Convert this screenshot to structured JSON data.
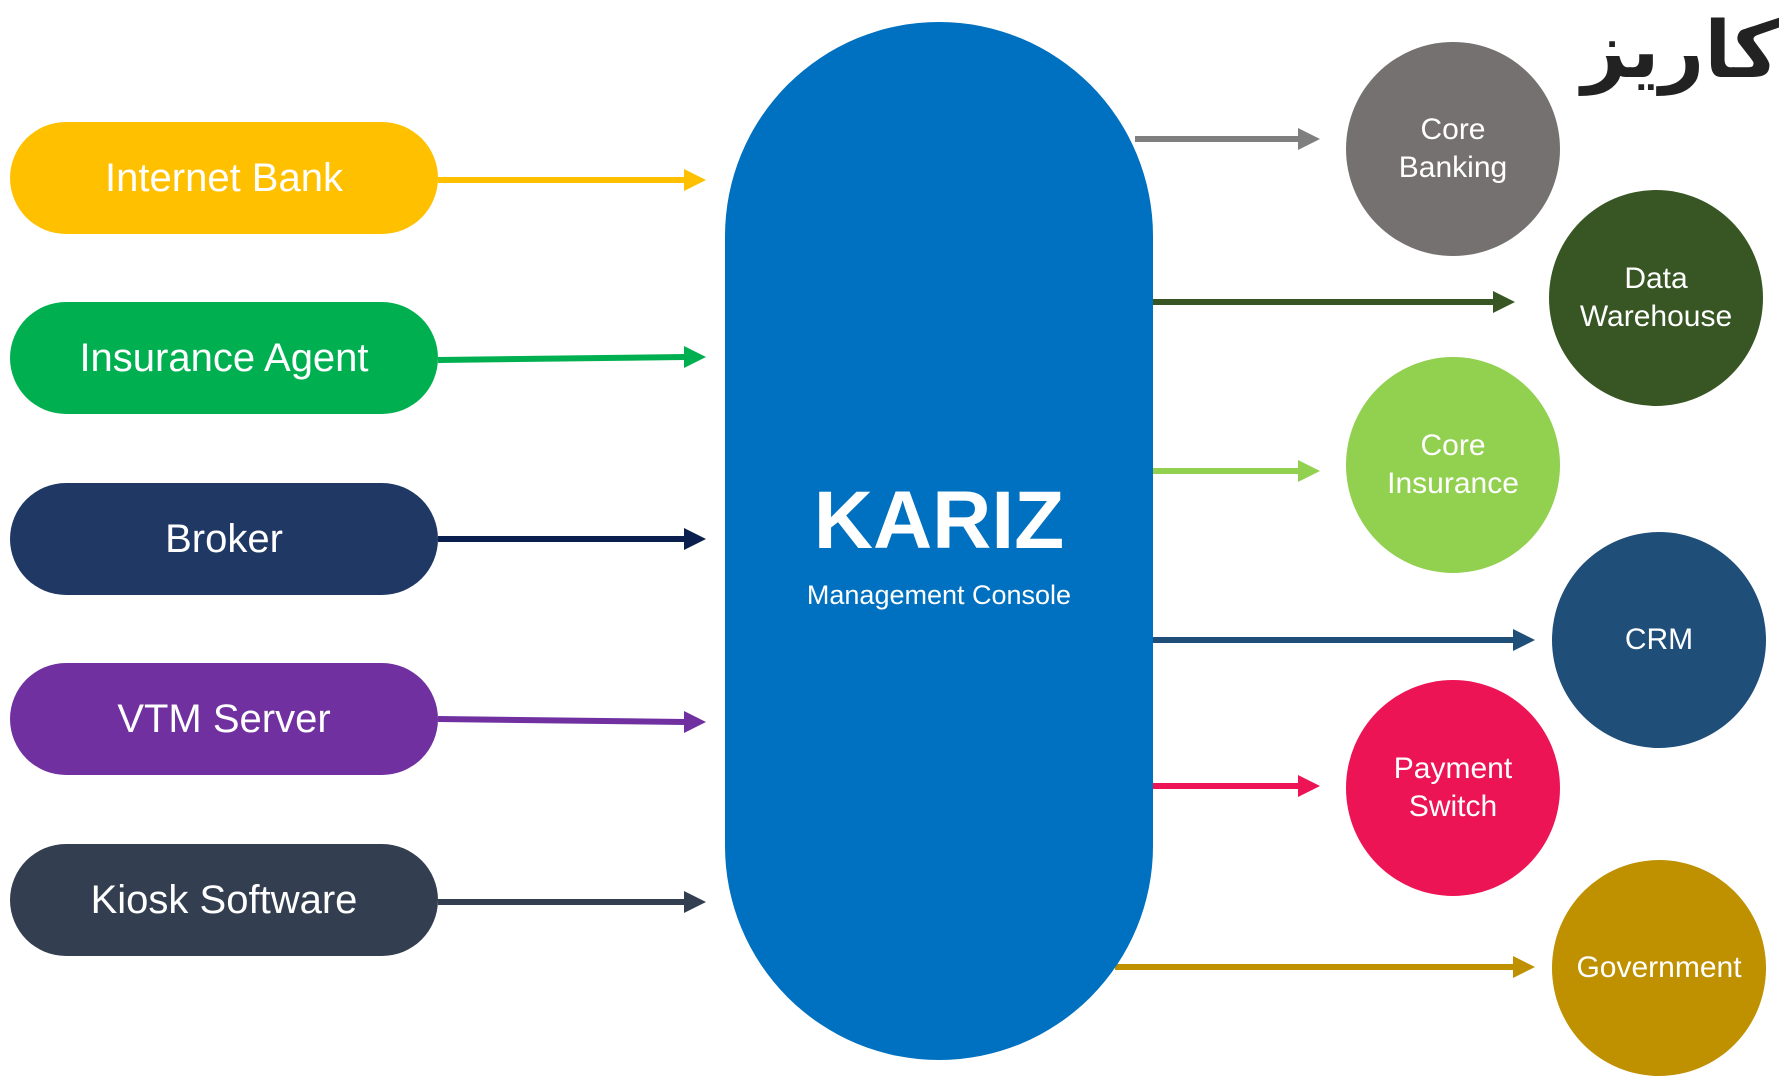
{
  "logo": {
    "text": "کاریز"
  },
  "hub": {
    "title": "KARIZ",
    "subtitle": "Management Console",
    "color": "#0070c0"
  },
  "sources": [
    {
      "label": "Internet Bank",
      "color": "#ffc000"
    },
    {
      "label": "Insurance Agent",
      "color": "#00b050"
    },
    {
      "label": "Broker",
      "color": "#1f3864"
    },
    {
      "label": "VTM Server",
      "color": "#7030a0"
    },
    {
      "label": "Kiosk Software",
      "color": "#333f50"
    }
  ],
  "targets": [
    {
      "lines": [
        "Core",
        "Banking"
      ],
      "color": "#767171",
      "arrow_color": "#7f7f7f"
    },
    {
      "lines": [
        "Data",
        "Warehouse"
      ],
      "color": "#375623",
      "arrow_color": "#375623"
    },
    {
      "lines": [
        "Core",
        "Insurance"
      ],
      "color": "#92d050",
      "arrow_color": "#92d050"
    },
    {
      "lines": [
        "CRM"
      ],
      "color": "#1f4e79",
      "arrow_color": "#1f4e79"
    },
    {
      "lines": [
        "Payment",
        "Switch"
      ],
      "color": "#ed1456",
      "arrow_color": "#ed1456"
    },
    {
      "lines": [
        "Government"
      ],
      "color": "#bf9000",
      "arrow_color": "#bf9000"
    }
  ]
}
